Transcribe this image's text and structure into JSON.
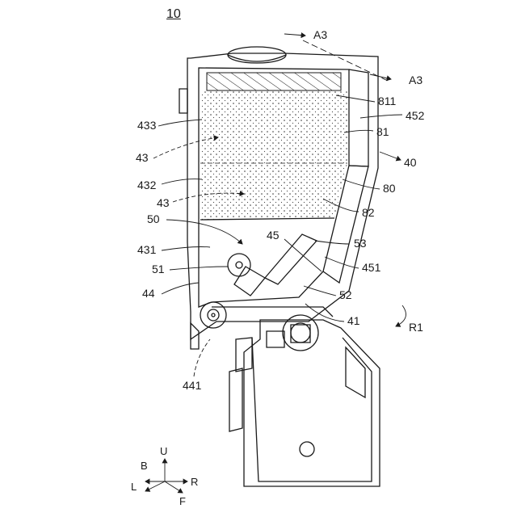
{
  "figure": {
    "number": "10"
  },
  "labels": {
    "A3_top": "A3",
    "A3_right": "A3",
    "l811": "811",
    "l452": "452",
    "l433": "433",
    "l81": "81",
    "l43_upper": "43",
    "l40": "40",
    "l432": "432",
    "l80": "80",
    "l43_lower": "43",
    "l82": "82",
    "l50": "50",
    "l45": "45",
    "l53": "53",
    "l431": "431",
    "l451": "451",
    "l51": "51",
    "l44": "44",
    "l52": "52",
    "l41": "41",
    "lR1": "R1",
    "l441": "441"
  },
  "directions": {
    "up": "U",
    "back": "B",
    "left": "L",
    "right": "R",
    "front": "F"
  },
  "colors": {
    "ink": "#1a1a1a",
    "paper": "#ffffff"
  }
}
